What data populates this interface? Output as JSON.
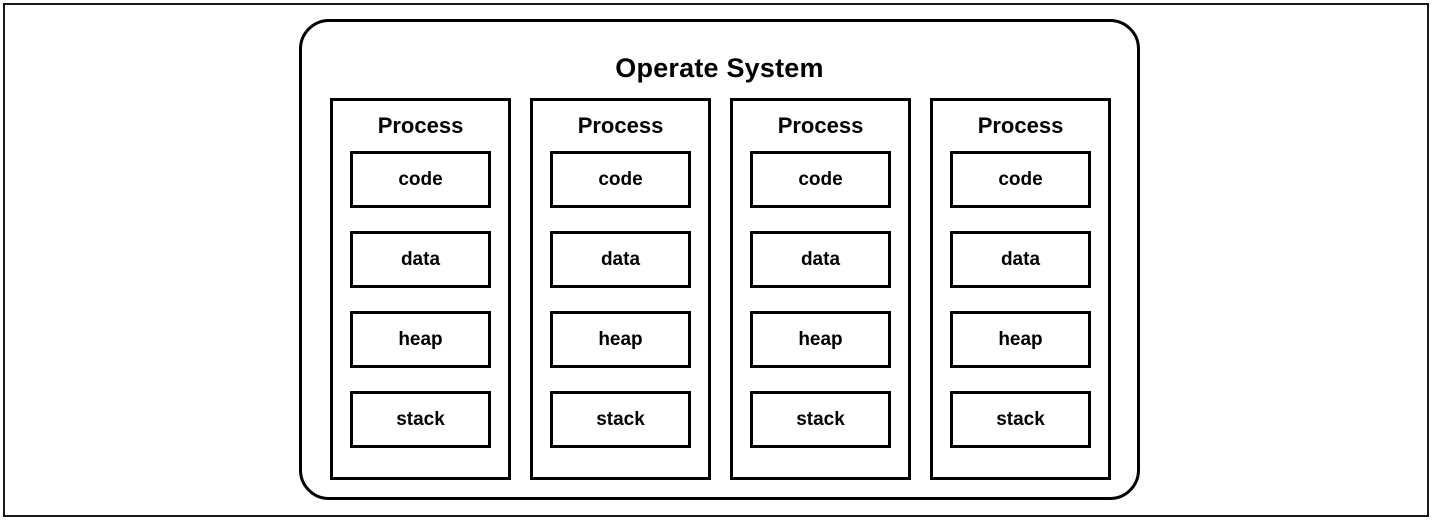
{
  "diagram": {
    "outer_frame": {
      "border_color": "#1a1a1a"
    },
    "os_container": {
      "title": "Operate System",
      "border_color": "#000000",
      "background": "#ffffff"
    },
    "processes": [
      {
        "title": "Process",
        "segments": [
          {
            "label": "code"
          },
          {
            "label": "data"
          },
          {
            "label": "heap"
          },
          {
            "label": "stack"
          }
        ]
      },
      {
        "title": "Process",
        "segments": [
          {
            "label": "code"
          },
          {
            "label": "data"
          },
          {
            "label": "heap"
          },
          {
            "label": "stack"
          }
        ]
      },
      {
        "title": "Process",
        "segments": [
          {
            "label": "code"
          },
          {
            "label": "data"
          },
          {
            "label": "heap"
          },
          {
            "label": "stack"
          }
        ]
      },
      {
        "title": "Process",
        "segments": [
          {
            "label": "code"
          },
          {
            "label": "data"
          },
          {
            "label": "heap"
          },
          {
            "label": "stack"
          }
        ]
      }
    ]
  }
}
